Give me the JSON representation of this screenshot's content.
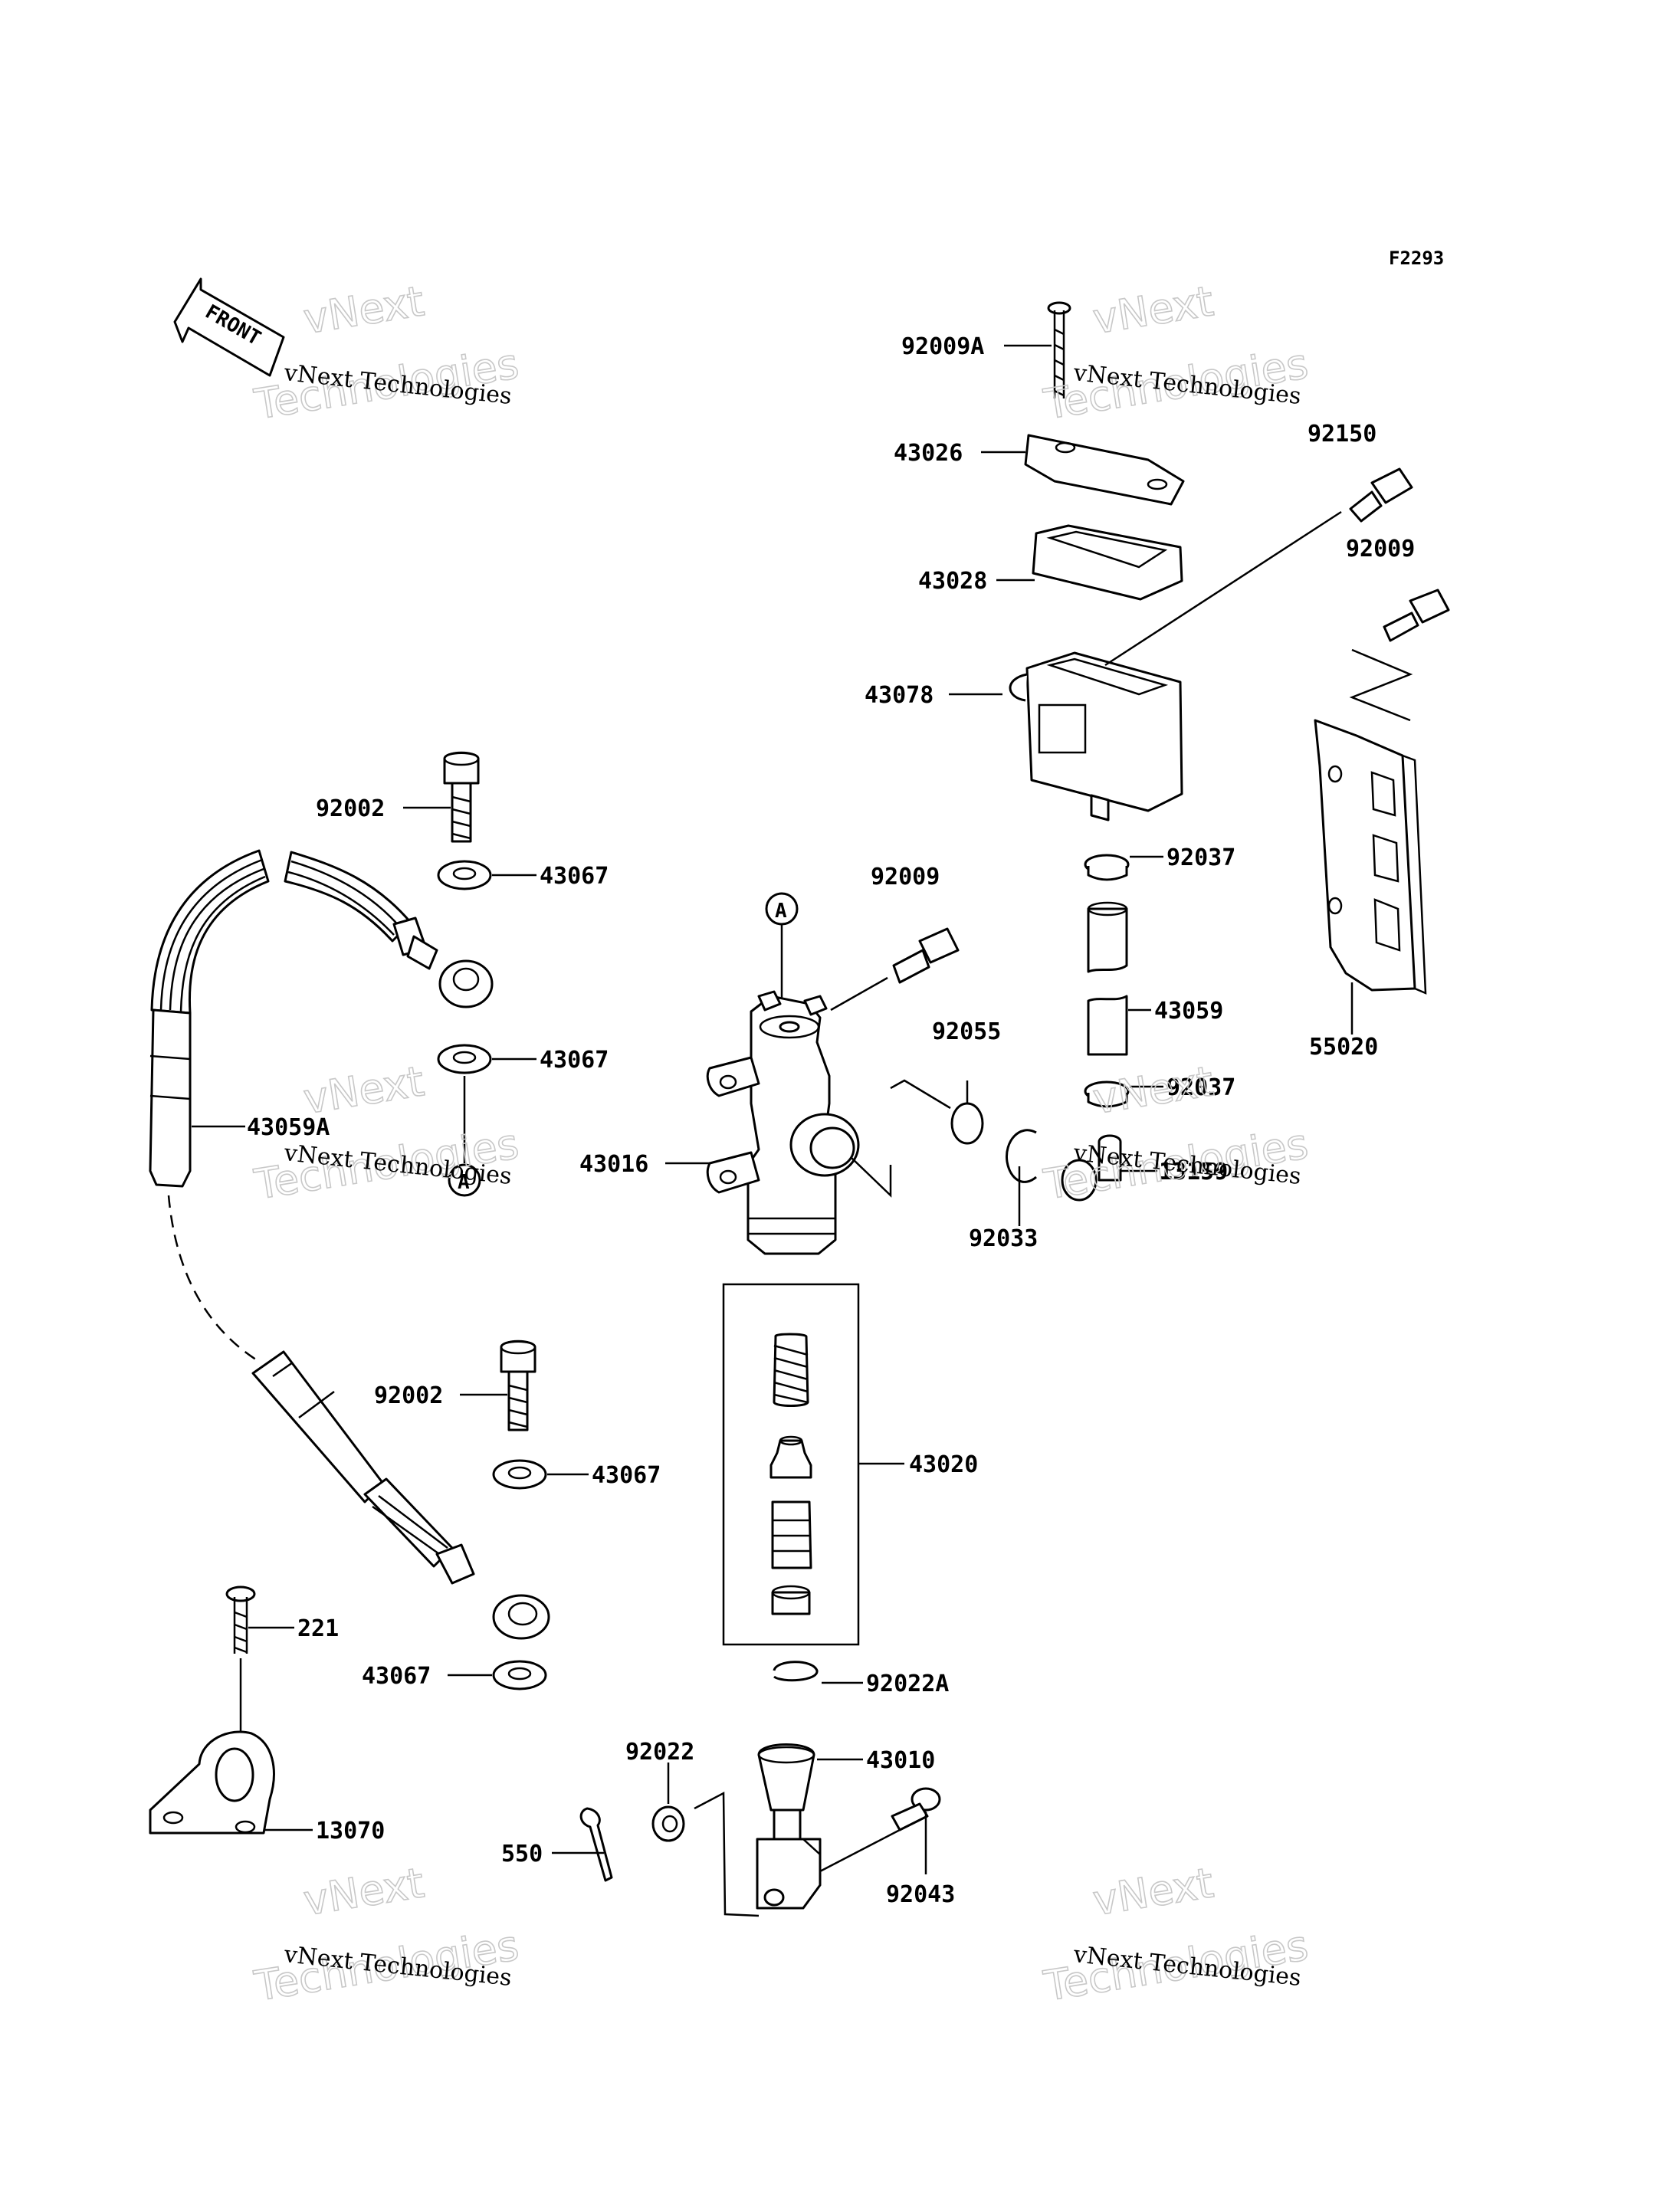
{
  "figure_code": "F2293",
  "front_label": "FRONT",
  "callout_a": "A",
  "watermark": {
    "line1": "vNext",
    "line2": "vNext Technologies",
    "line3": "Technologies"
  },
  "parts": {
    "p92009A": "92009A",
    "p43026": "43026",
    "p92150": "92150",
    "p92009_top": "92009",
    "p43028": "43028",
    "p43078": "43078",
    "p92002_top": "92002",
    "p43067_a": "43067",
    "p92009_mid": "92009",
    "p92037_a": "92037",
    "p43059": "43059",
    "p55020": "55020",
    "p92055": "92055",
    "p43067_b": "43067",
    "p92037_b": "92037",
    "p43059A": "43059A",
    "p43016": "43016",
    "p13159": "13159",
    "p92033": "92033",
    "p92002_bot": "92002",
    "p43020": "43020",
    "p43067_c": "43067",
    "p221": "221",
    "p43067_d": "43067",
    "p92022A": "92022A",
    "p92022": "92022",
    "p43010": "43010",
    "p13070": "13070",
    "p550": "550",
    "p92043": "92043"
  }
}
